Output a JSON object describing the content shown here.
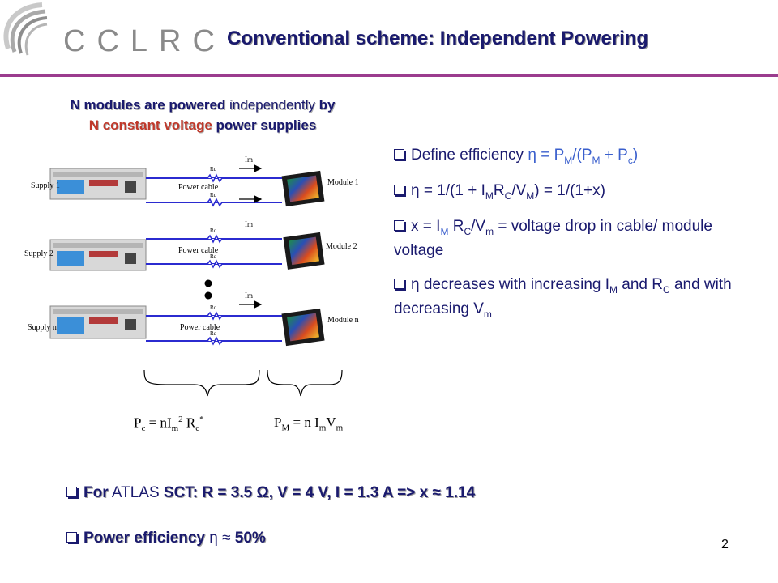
{
  "header": {
    "logo_text": "CCLRC",
    "title": "Conventional scheme: Independent Powering"
  },
  "subtitle": {
    "line1_a": "N modules are powered",
    "line1_b": " independently ",
    "line1_c": "by",
    "line2_a": "N constant voltage",
    "line2_b": " power supplies"
  },
  "diagram": {
    "rows": [
      {
        "supply": "Supply 1",
        "module": "Module 1"
      },
      {
        "supply": "Supply 2",
        "module": "Module 2"
      },
      {
        "supply": "Supply n",
        "module": "Module n"
      }
    ],
    "cable_label": "Power cable",
    "resistor_label": "Rc",
    "current_label": "Im",
    "formula_left": {
      "a": "P",
      "b": "c",
      "c": " = nI",
      "d": "m",
      "e": "2",
      "f": " R",
      "g": "c",
      "h": "*"
    },
    "formula_right": {
      "a": "P",
      "b": "M",
      "c": " = n I",
      "d": "m",
      "e": "V",
      "f": "m"
    }
  },
  "bullets": {
    "b1": {
      "a": "Define efficiency ",
      "b": "η = P",
      "c": "M",
      "d": "/(P",
      "e": "M",
      "f": " + P",
      "g": "c",
      "h": ")"
    },
    "b2": {
      "a": "η = 1/(1 + I",
      "b": "M",
      "c": "R",
      "d": "C",
      "e": "/V",
      "f": "M",
      "g": ") = 1/(1+x)"
    },
    "b3": {
      "a": "x = I",
      "b": "M",
      "c": " R",
      "d": "C",
      "e": "/V",
      "f": "m",
      "g": " = voltage drop in cable/ module voltage"
    },
    "b4": {
      "a": "η decreases with increasing I",
      "b": "M",
      "c": "  and R",
      "d": "C",
      "e": " and with decreasing V",
      "f": "m"
    }
  },
  "bottom": {
    "l1_a": "For",
    "l1_b": " ATLAS ",
    "l1_c": "SCT:  R = 3.5 Ω,  V = 4 V, I = 1.3 A =>  x ≈ 1.14",
    "l2_a": "Power efficiency",
    "l2_b": " η ≈ ",
    "l2_c": "50%"
  },
  "page_number": "2",
  "colors": {
    "title": "#1a1a6e",
    "divider": "#9b3c8e",
    "highlight": "#c0392b",
    "cable": "#2b2bd0"
  }
}
